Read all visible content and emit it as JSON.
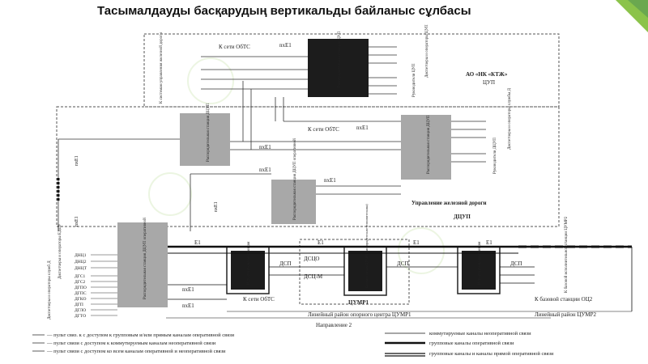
{
  "slide_title": "Тасымалдауды басқарудың вертикальды байланыс сұлбасы",
  "stations": {
    "top_station": "Распорядительная станция ЦУП",
    "dcup_station": "Распорядительная станция ДЦУП",
    "ops_station": "Распорядительная станция ДЦУП",
    "exec_station_left": "Исполнительная станция",
    "exec_station_right": "Исполнительная станция",
    "center_station": "Базовая станция ЦУМР1 (распорядительно-исполнительная)",
    "main_station": "Распорядительная станция ДЦУП оперативной"
  },
  "labels": {
    "k_seti_obts_top": "К сети ОбТС",
    "nxe1_top": "nxE1",
    "ao_ktzh": "АО «НК «КТЖ»",
    "tsup": "ЦУП",
    "rukovoditeli_top": "Руководители ЦУП",
    "dispetchery_top": "Диспетчеры и операторы ЦУП",
    "k_sistemam": "К системам управления железной дороги",
    "k_seti_obts_mid": "К сети ОбТС",
    "nxe1_mid_a": "nxE1",
    "nxe1_mid_b": "nxE1",
    "nxe1_mid_c": "nxE1",
    "nxe1_mid_d": "nxE1",
    "rukovoditeli_mid": "Руководители ДЦУП",
    "dispetchery_mid": "Диспетчеры и операторы службы Д",
    "upravlenie_zd": "Управление железной дороги",
    "dtsup": "ДЦУП",
    "nxe1_vert_a": "nxE1",
    "nxe1_vert_b": "nxE1",
    "nxe1_vert_c": "nxE1",
    "e1_a": "E1",
    "e1_b": "E1",
    "e1_c": "E1",
    "e1_d": "E1",
    "dsp_left": "ДСП",
    "dsp_right": "ДСП",
    "dsp_center": "ДСП",
    "dsto": "ДСЦО",
    "dsts_m": "ДСЦ-М",
    "tsumr1": "ЦУМР1",
    "nxe1_bottom_a": "nxE1",
    "nxe1_bottom_b": "nxE1",
    "k_seti_obts_bottom": "К сети ОбТС",
    "k_bazovoy": "К базовой станции ОЦ2",
    "k_bazovoy_vert": "К базовой исполнительной станции ЦУМР2",
    "lineyny_rayon_1": "Линейный район опорного центра ЦУМР1",
    "lineyny_rayon_2": "Линейный район ЦУМР2",
    "napravlenie": "Направление 2",
    "dispetchery_left": "Диспетчеры и операторы ЕДЦУ",
    "dispetchery_left2": "Диспетчеры и операторы служб Д"
  },
  "left_codes": [
    "ДНЦ1",
    "ДНЦ2",
    "ДНЦТ",
    "ДГС1",
    "ДГС2",
    "ДГПО",
    "ДГПС",
    "ДГКО",
    "ДГП",
    "ДГЛО",
    "ДГТО"
  ],
  "legend": {
    "item1": "— пульт связ. к с доступом к групповым и/или прямым каналам оперативной связи",
    "item2": "— пульт связи с доступом к коммутируемым каналам неоперативной связи",
    "item3": "— пульт связи с доступом ко всем каналам оперативной и неоперативной связи",
    "item4": "коммутируемые каналы неоперативной связи",
    "item5": "групповые каналы оперативной связи",
    "item6": "групповые каналы и каналы прямой оперативной связи"
  },
  "colors": {
    "accent_green": "#8bc34a",
    "dark_box": "#1c1c1c",
    "gray_box": "#a8a8a8"
  }
}
